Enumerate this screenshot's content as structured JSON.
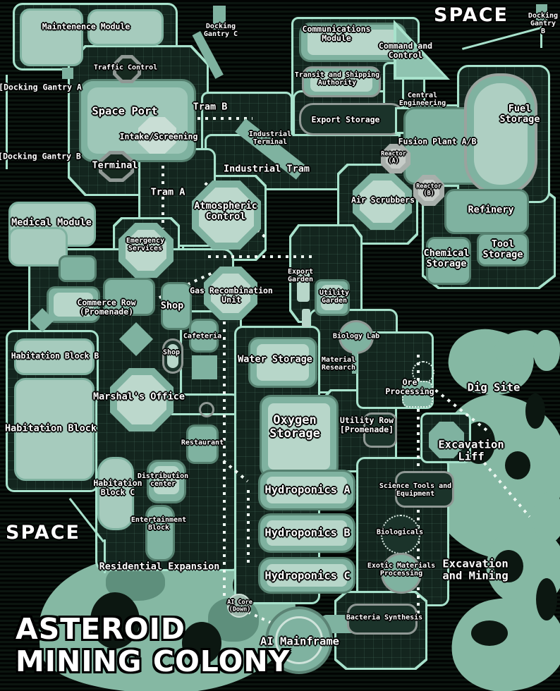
{
  "title": {
    "line1": "ASTEROID",
    "line2": "MINING COLONY"
  },
  "space": {
    "top_right": "SPACE",
    "bottom_left": "SPACE"
  },
  "colors": {
    "outline_mint": "#a8e2cc",
    "zone_fill": "#13251e",
    "room_sage": "#7fb2a0",
    "room_inner_light": "#b7d6c9",
    "rock": "#85b8a3",
    "grey_structure": "#9aa39e",
    "label_text": "#ffffff",
    "background": "#000000"
  },
  "labels": {
    "maintenence_module": "Maintenence Module",
    "docking_gantry_c": "Docking\nGantry C",
    "docking_gantry_b_top": "Docking\nGantry B",
    "communications_module": "Communications\nModule",
    "command_and_control": "Command and\nControl",
    "traffic_control": "Traffic Control",
    "docking_gantry_a_left": "[Docking Gantry A",
    "space_port": "Space Port",
    "tram_b": "Tram B",
    "transit_shipping": "Transit and Shipping\nAuthority",
    "central_engineering": "Central\nEngineering",
    "fuel_storage": "Fuel\nStorage",
    "intake_screening": "Intake/Screening",
    "industrial_terminal": "Industrial\nTerminal",
    "export_storage": "Export Storage",
    "fusion_plant": "Fusion Plant A/B",
    "docking_gantry_b_left": "[Docking Gantry B",
    "terminal": "Terminal",
    "reactor_a": "Reactor\n(A)",
    "industrial_tram": "Industrial Tram",
    "reactor_b": "Reactor\n(B)",
    "tram_a": "Tram A",
    "air_scrubbers": "Air Scrubbers",
    "refinery": "Refinery",
    "atmospheric_control": "Atmospheric\nControl",
    "medical_module": "Medical Module",
    "emergency_services": "Emergency\nServices",
    "chemical_storage": "Chemical\nStorage",
    "tool_storage": "Tool\nStorage",
    "export_garden": "Export\nGarden",
    "gas_recombination": "Gas Recombination\nUnit",
    "utility_garden": "Utility\nGarden",
    "commerce_row": "Commerce Row\n(Promenade)",
    "shop_big": "Shop",
    "cafeteria": "Cafeteria",
    "shop_small": "Shop",
    "biology_lab": "Biology Lab",
    "habitation_block_b": "Habitation Block B",
    "water_storage": "Water Storage",
    "material_research": "Material\nResearch",
    "ore_processing": "Ore\nProcessing",
    "dig_site": "Dig Site",
    "marshals_office": "Marshal's Office",
    "habitation_block": "Habitation Block",
    "oxygen_storage": "Oxygen\nStorage",
    "utility_row": "Utility Row\n[Promenade]",
    "excavation_lift": "Excavation\nLiff",
    "restaurant": "Restaurant",
    "habitation_block_c": "Habitation\nBlock C",
    "distribution_center": "Distribution\ncenter",
    "hydroponics_a": "Hydroponics A",
    "science_tools": "Science Tools and\nEquipment",
    "entertainment_block": "Entertainment\nBlock",
    "hydroponics_b": "Hydroponics B",
    "biologicals": "Biologicals",
    "residential_expansion": "Residential Expansion",
    "hydroponics_c": "Hydroponics C",
    "exotic_materials": "Exotic Materials\nProcessing",
    "excavation_mining": "Excavation\nand Mining",
    "ai_core": "AI Core\n(Down)",
    "bacteria_synthesis": "Bacteria Synthesis",
    "ai_mainframe": "AI Mainframe"
  }
}
